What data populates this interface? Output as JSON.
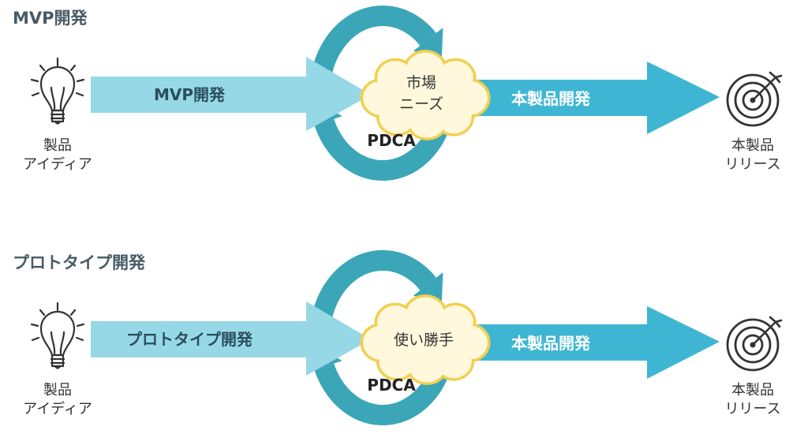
{
  "colors": {
    "light_arrow": "#97d8e7",
    "dark_arrow": "#3eb6d3",
    "cycle_arrow": "#3aa6b8",
    "cloud_fill": "#fff8dc",
    "cloud_stroke": "#f2cf50",
    "title_text": "#475a66",
    "dark_arrow_text": "#ffffff",
    "light_arrow_text": "#2a4e5e"
  },
  "icons": {
    "start": "light-bulb-icon",
    "end": "target-icon"
  },
  "sections": [
    {
      "title": "MVP開発",
      "start_label": [
        "製品",
        "アイディア"
      ],
      "first_arrow_label": "MVP開発",
      "cloud_label": [
        "市場",
        "ニーズ"
      ],
      "cycle_label": "PDCA",
      "second_arrow_label": "本製品開発",
      "end_label": [
        "本製品",
        "リリース"
      ]
    },
    {
      "title": "プロトタイプ開発",
      "start_label": [
        "製品",
        "アイディア"
      ],
      "first_arrow_label": "プロトタイプ開発",
      "cloud_label": [
        "使い勝手"
      ],
      "cycle_label": "PDCA",
      "second_arrow_label": "本製品開発",
      "end_label": [
        "本製品",
        "リリース"
      ]
    }
  ]
}
